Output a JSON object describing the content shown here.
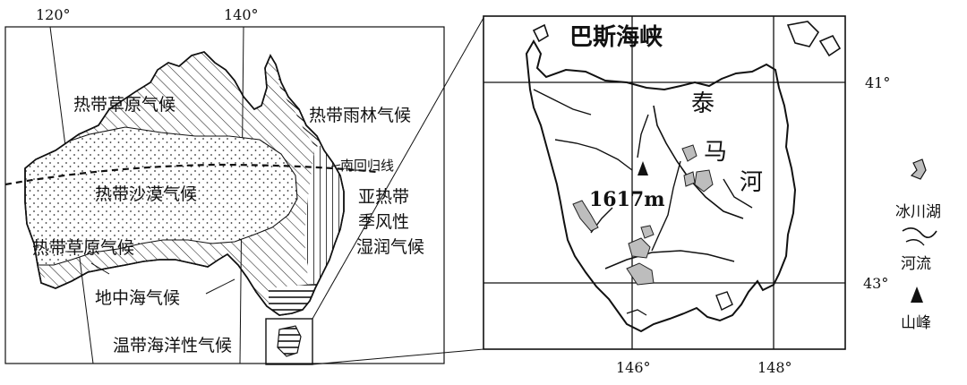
{
  "australia_map": {
    "lon_labels": [
      "120°",
      "140°"
    ],
    "climate_labels": {
      "savanna_north": "热带草原气候",
      "rainforest": "热带雨林气候",
      "tropic_line": "南回归线",
      "desert": "热带沙漠气候",
      "humid_sub_1": "亚热带",
      "humid_sub_2": "季风性",
      "humid_sub_3": "湿润气候",
      "savanna_west": "热带草原气候",
      "mediterranean": "地中海气候",
      "oceanic": "温带海洋性气候"
    }
  },
  "tasmania_map": {
    "strait": "巴斯海峡",
    "river_chars": [
      "泰",
      "马",
      "河"
    ],
    "peak_label": "1617m",
    "lat_labels": [
      "41°",
      "43°"
    ],
    "lon_labels": [
      "146°",
      "148°"
    ]
  },
  "legend": {
    "lake": "冰川湖",
    "river": "河流",
    "peak": "山峰"
  }
}
